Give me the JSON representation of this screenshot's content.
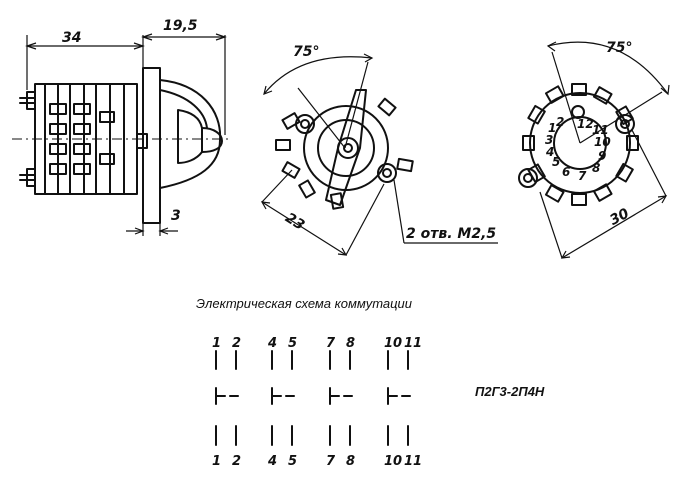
{
  "side_view": {
    "dim_body": "34",
    "dim_knob": "19,5",
    "dim_plate": "3"
  },
  "front_view": {
    "angle": "75°",
    "dim_width": "23",
    "hole_note": "2 отв. М2,5"
  },
  "rear_view": {
    "angle": "75°",
    "dim_width": "30",
    "contact_numbers": [
      "1",
      "2",
      "3",
      "4",
      "5",
      "6",
      "7",
      "8",
      "9",
      "10",
      "11",
      "12"
    ]
  },
  "scheme": {
    "title": "Электрическая схема коммутации",
    "model": "П2Г3-2П4Н",
    "top_numbers": [
      "1",
      "2",
      "4",
      "5",
      "7",
      "8",
      "10",
      "11"
    ],
    "bottom_numbers": [
      "1",
      "2",
      "4",
      "5",
      "7",
      "8",
      "10",
      "11"
    ]
  }
}
